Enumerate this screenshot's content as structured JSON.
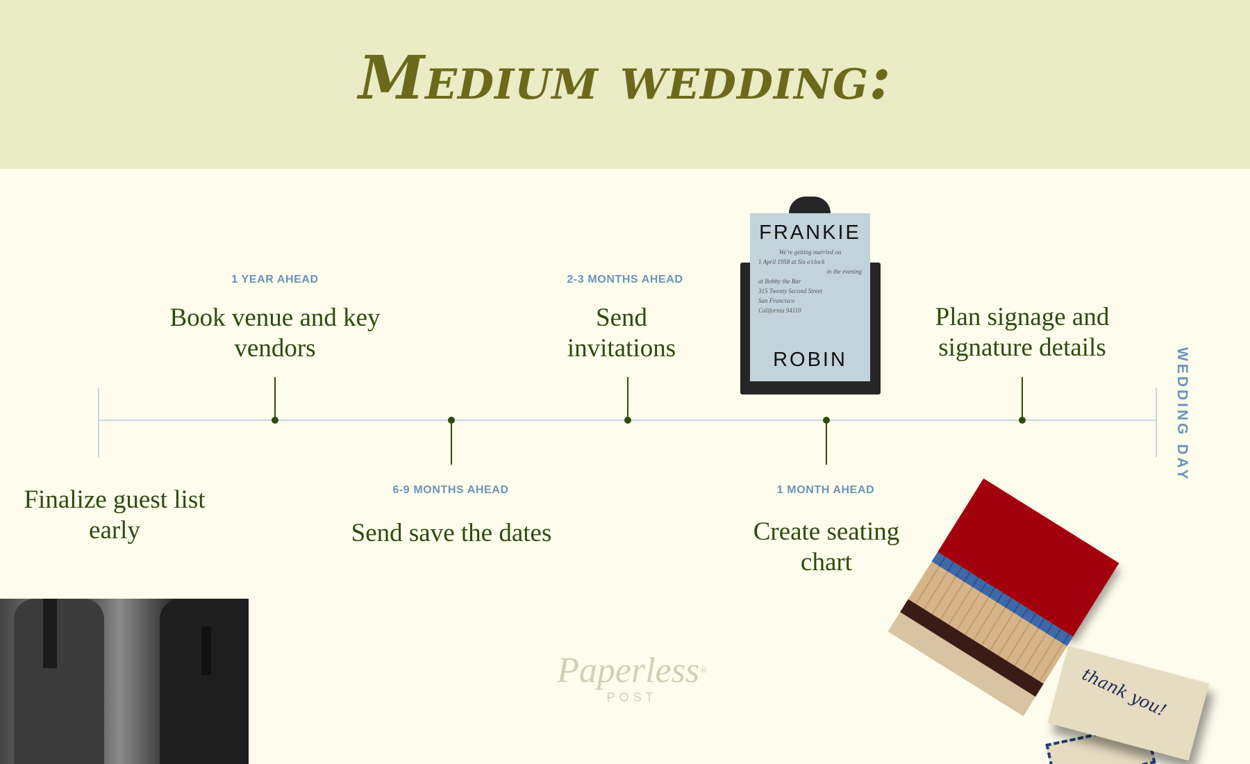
{
  "header": {
    "title": "Medium wedding:",
    "background_color": "#e9ecc4",
    "title_color": "#6b6a1c"
  },
  "timeline": {
    "axis_color": "#c7d6e6",
    "marker_color": "#2f4a0e",
    "end_label": "WEDDING DAY",
    "milestones": [
      {
        "when": "",
        "task": "Finalize guest list early",
        "position": "below"
      },
      {
        "when": "1 YEAR AHEAD",
        "task": "Book venue and key vendors",
        "position": "above"
      },
      {
        "when": "6-9 MONTHS AHEAD",
        "task": "Send save the dates",
        "position": "below"
      },
      {
        "when": "2-3 MONTHS AHEAD",
        "task": "Send invitations",
        "position": "above"
      },
      {
        "when": "1 MONTH AHEAD",
        "task": "Create seating chart",
        "position": "below"
      },
      {
        "when": "",
        "task": "Plan signage and signature details",
        "position": "above"
      }
    ]
  },
  "invitation": {
    "name_top": "FRANKIE",
    "name_bottom": "ROBIN",
    "script_lines": [
      "We're getting married on",
      "1 April 1958     at Six o'clock",
      "in the evening",
      "at Bobby the Bar",
      "315   Twenty Second Street",
      "San Francisco",
      "California            94110"
    ]
  },
  "decor": {
    "thank_you_text": "thank you!",
    "photo_alt": "Two grooms in suits walking hand in hand (black and white photo)",
    "matchbook_alt": "Open red matchbook with blue-tipped matches"
  },
  "brand": {
    "logo_script": "Paperless",
    "logo_mark": "®",
    "logo_sub": "POST"
  }
}
